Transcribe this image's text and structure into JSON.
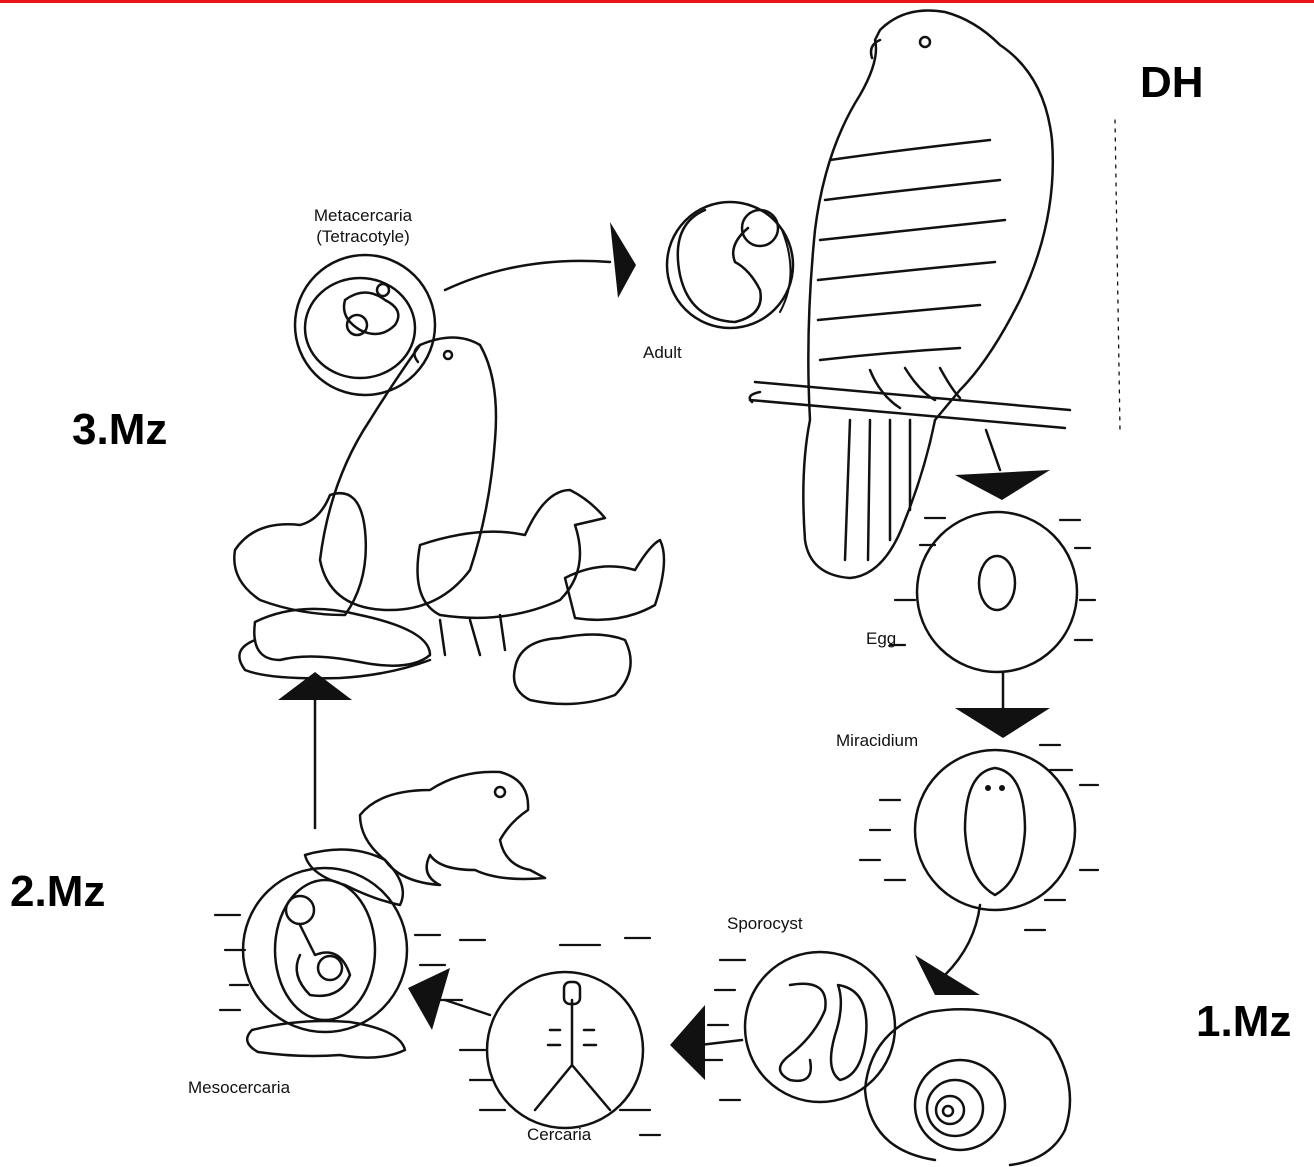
{
  "host_labels": {
    "definitive_host": "DH",
    "first_intermediate": "1.Mz",
    "second_intermediate": "2.Mz",
    "third_intermediate": "3.Mz"
  },
  "stages": {
    "metacercaria_line1": "Metacercaria",
    "metacercaria_line2": "(Tetracotyle)",
    "adult": "Adult",
    "egg": "Egg",
    "miracidium": "Miracidium",
    "sporocyst": "Sporocyst",
    "cercaria": "Cercaria",
    "mesocercaria": "Mesocercaria"
  },
  "colors": {
    "top_bar": "#e8141c",
    "ink": "#111111"
  }
}
